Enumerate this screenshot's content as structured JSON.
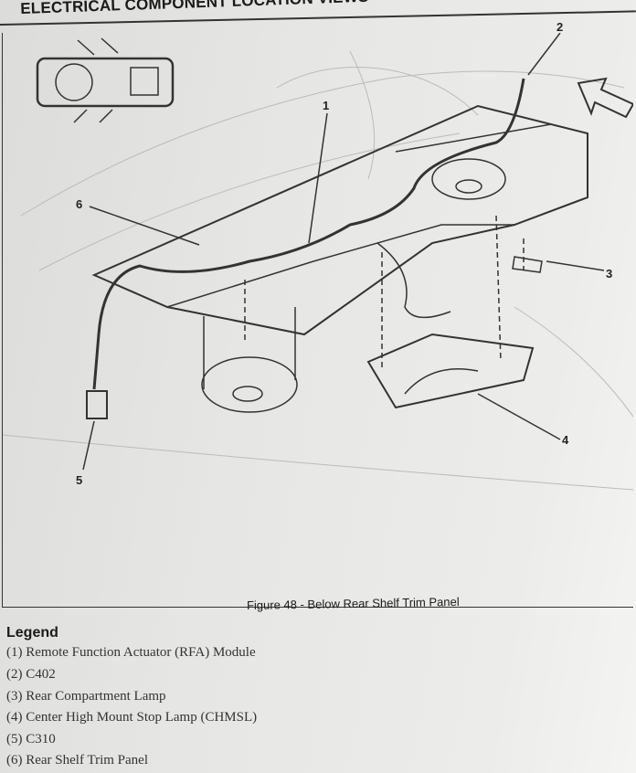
{
  "header": {
    "title": "ELECTRICAL COMPONENT LOCATION VIEWS"
  },
  "figure": {
    "callouts": [
      "1",
      "2",
      "3",
      "4",
      "5",
      "6"
    ],
    "caption": "Figure 48 - Below Rear Shelf Trim Panel"
  },
  "legend": {
    "title": "Legend",
    "items": [
      "(1) Remote Function Actuator (RFA) Module",
      "(2) C402",
      "(3) Rear Compartment Lamp",
      "(4) Center High Mount Stop Lamp (CHMSL)",
      "(5) C310",
      "(6) Rear Shelf Trim Panel"
    ]
  }
}
